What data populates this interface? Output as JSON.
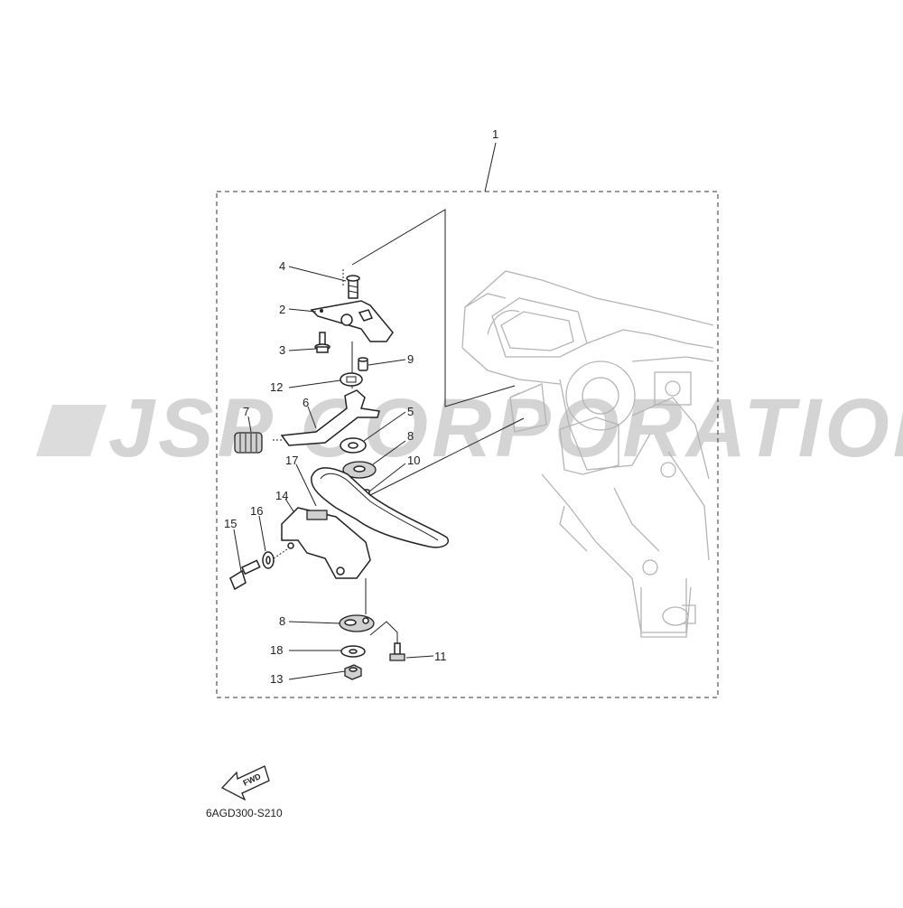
{
  "diagram": {
    "watermark": "JSP CORPORATION",
    "drawing_code": "6AGD300-S210",
    "direction_arrow": {
      "label": "FWD",
      "icon": "fwd-arrow-icon"
    },
    "callouts": [
      "1",
      "2",
      "3",
      "4",
      "5",
      "6",
      "7",
      "8",
      "8",
      "9",
      "10",
      "11",
      "12",
      "13",
      "14",
      "15",
      "16",
      "17",
      "18"
    ]
  }
}
